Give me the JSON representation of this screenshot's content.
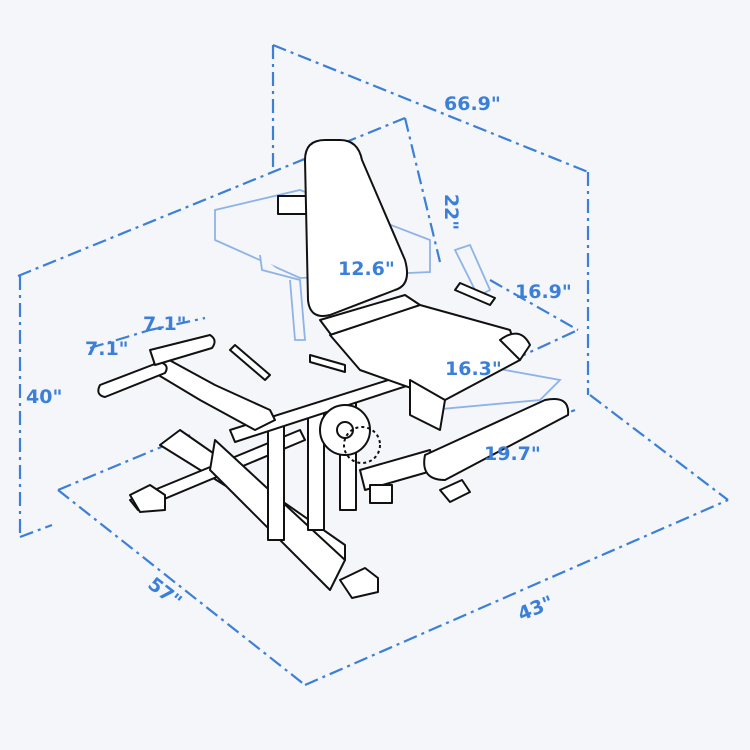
{
  "title": "Leg extension / curl machine dimensions",
  "accent_color": "#3b7fd8",
  "dimensions": {
    "length_overall": "66.9\"",
    "backrest_height": "22\"",
    "backrest_width": "12.6\"",
    "seat_width": "16.9\"",
    "seat_length": "16.3\"",
    "roller_length": "19.7\"",
    "arm_pad_a": "7.1\"",
    "arm_pad_b": "7.1\"",
    "height": "40\"",
    "base_length": "57\"",
    "base_width": "43\""
  }
}
